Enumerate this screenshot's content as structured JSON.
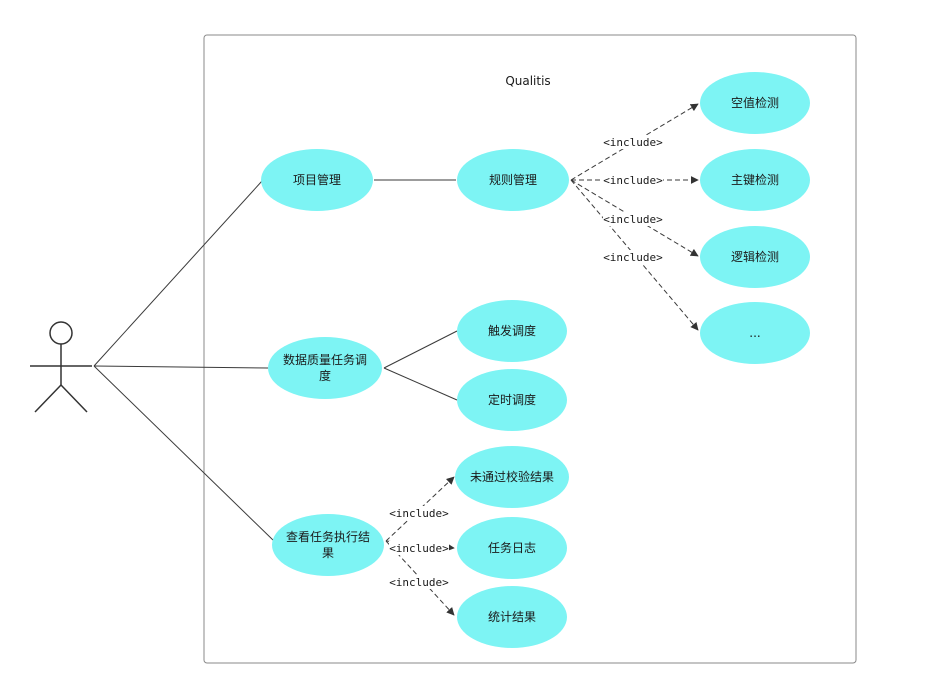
{
  "system": {
    "title": "Qualitis"
  },
  "use_cases": {
    "project_mgmt": "项目管理",
    "rule_mgmt": "规则管理",
    "null_check": "空值检测",
    "pk_check": "主键检测",
    "logic_check": "逻辑检测",
    "more": "...",
    "task_schedule": [
      "数据质量任务调",
      "度"
    ],
    "trigger_schedule": "触发调度",
    "timer_schedule": "定时调度",
    "view_results": [
      "查看任务执行结",
      "果"
    ],
    "failed_results": "未通过校验结果",
    "task_log": "任务日志",
    "statistics": "统计结果"
  },
  "relations": {
    "include_label": "<include>"
  },
  "colors": {
    "use_case_fill": "#7df4f4",
    "line": "#3a3a3a",
    "boundary": "#8a8a8a"
  }
}
